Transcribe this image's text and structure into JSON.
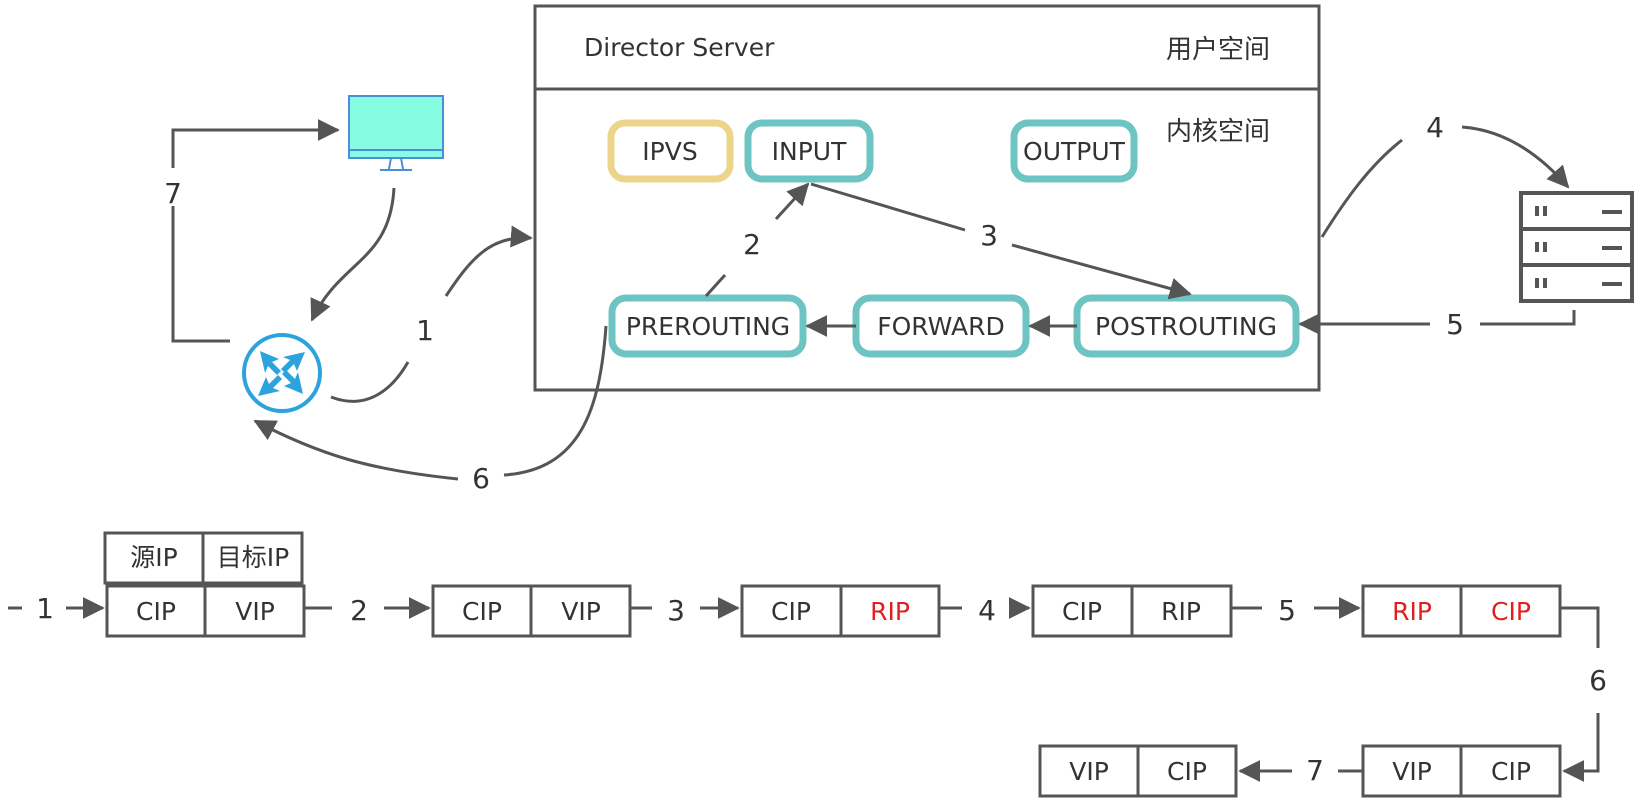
{
  "director": {
    "title": "Director Server",
    "user_space": "用户空间",
    "kernel_space": "内核空间"
  },
  "chains": {
    "ipvs": "IPVS",
    "input": "INPUT",
    "output": "OUTPUT",
    "prerouting": "PREROUTING",
    "forward": "FORWARD",
    "postrouting": "POSTROUTING"
  },
  "steps": {
    "s1": "1",
    "s2": "2",
    "s3": "3",
    "s4": "4",
    "s5": "5",
    "s6": "6",
    "s7": "7"
  },
  "table": {
    "header_src": "源IP",
    "header_dst": "目标IP"
  },
  "packets": [
    {
      "src": "CIP",
      "dst": "VIP"
    },
    {
      "src": "CIP",
      "dst": "VIP"
    },
    {
      "src": "CIP",
      "dst": "RIP"
    },
    {
      "src": "CIP",
      "dst": "RIP"
    },
    {
      "src": "RIP",
      "dst": "CIP"
    },
    {
      "src": "VIP",
      "dst": "CIP"
    },
    {
      "src": "VIP",
      "dst": "CIP"
    }
  ],
  "colors": {
    "line": "#555555",
    "chain_border": "#6ec3c3",
    "ipvs_border": "#ecd48a",
    "highlight": "#e02020",
    "icon_blue": "#2ca3dd",
    "monitor_fill": "#86fce3"
  }
}
